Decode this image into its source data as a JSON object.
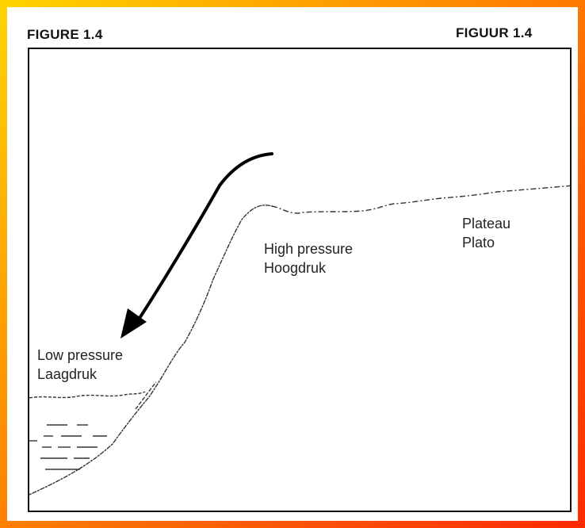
{
  "header": {
    "left_label": "FIGURE 1.4",
    "right_label": "FIGUUR 1.4"
  },
  "annotations": {
    "high_pressure_en": "High pressure",
    "high_pressure_nl": "Hoogdruk",
    "low_pressure_en": "Low pressure",
    "low_pressure_nl": "Laagdruk",
    "plateau_en": "Plateau",
    "plateau_nl": "Plato"
  },
  "colors": {
    "frame_gradient": [
      "#ffd400",
      "#ff8c00",
      "#ff2a00"
    ],
    "ink": "#111111"
  }
}
